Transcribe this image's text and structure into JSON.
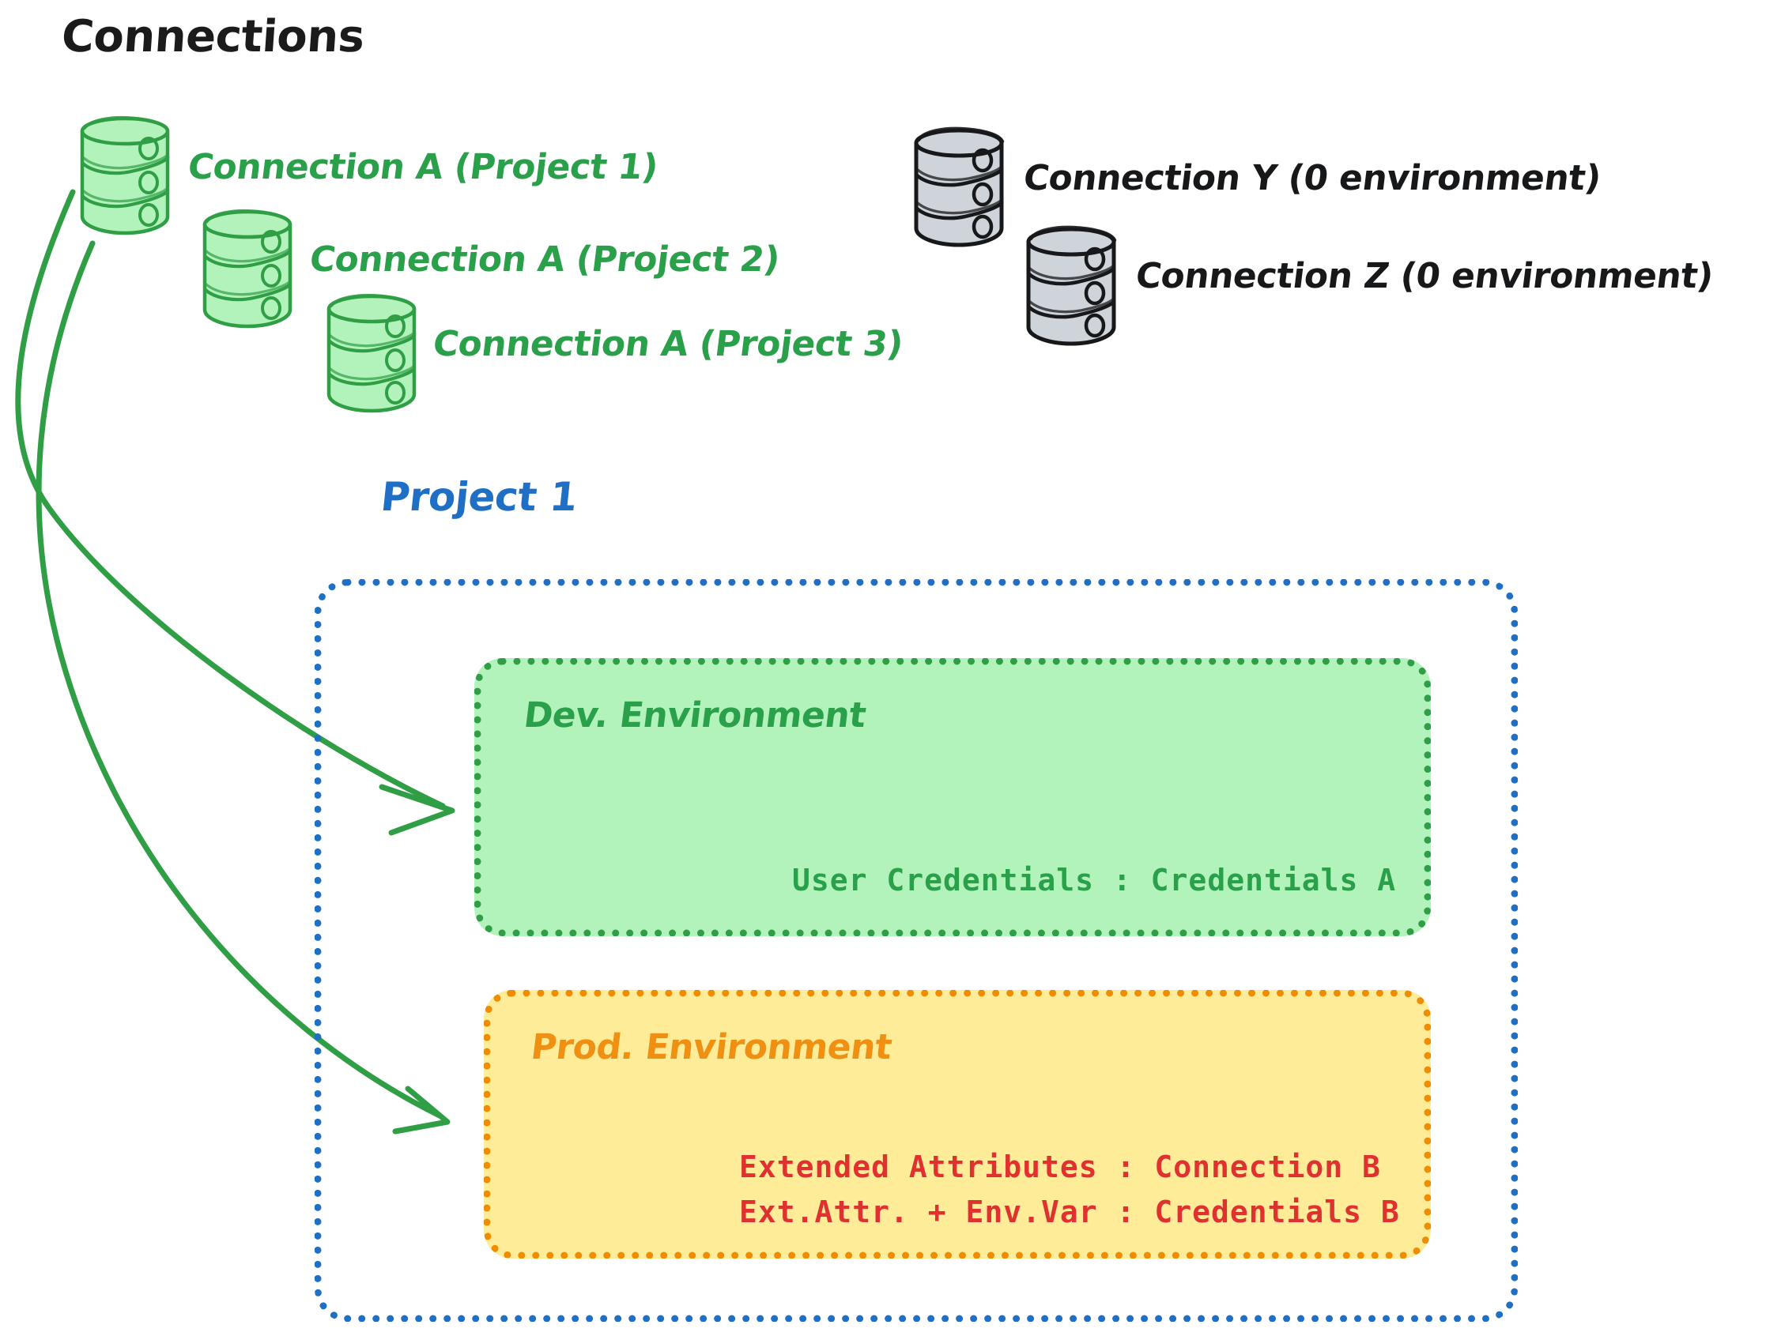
{
  "title": "Connections",
  "colors": {
    "green_stroke": "#2aa04a",
    "green_fill": "#b2f2bb",
    "gray_stroke": "#17181a",
    "gray_fill": "#ced4da",
    "blue": "#1f6fc4",
    "orange_stroke": "#f08c00",
    "orange_fill": "#ffec99",
    "red": "#e03131",
    "black": "#1b1b1b"
  },
  "connections": {
    "green": [
      {
        "label": "Connection A (Project 1)",
        "icon": "database-cylinder-icon"
      },
      {
        "label": "Connection A (Project 2)",
        "icon": "database-cylinder-icon"
      },
      {
        "label": "Connection A (Project 3)",
        "icon": "database-cylinder-icon"
      }
    ],
    "gray": [
      {
        "label": "Connection Y (0 environment)",
        "icon": "database-cylinder-icon"
      },
      {
        "label": "Connection Z (0 environment)",
        "icon": "database-cylinder-icon"
      }
    ]
  },
  "project": {
    "label": "Project 1",
    "environments": [
      {
        "name": "Dev. Environment",
        "kind": "dev",
        "entries": [
          "User Credentials : Credentials A"
        ]
      },
      {
        "name": "Prod. Environment",
        "kind": "prod",
        "entries": [
          "Extended Attributes : Connection B",
          "Ext.Attr. + Env.Var : Credentials B"
        ]
      }
    ]
  },
  "arrows": [
    {
      "from": "Connection A (Project 1)",
      "to": "Dev. Environment"
    },
    {
      "from": "Connection A (Project 1)",
      "to": "Prod. Environment"
    }
  ]
}
